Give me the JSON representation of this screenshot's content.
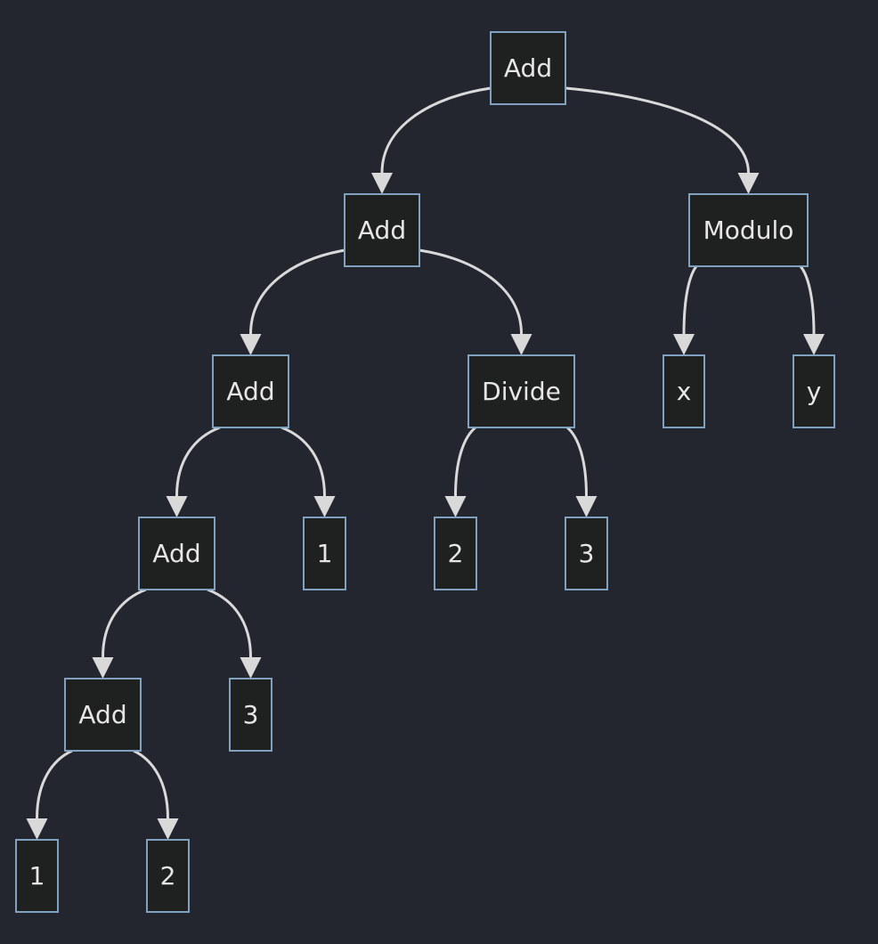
{
  "tree": {
    "nodes": [
      {
        "id": "n1",
        "label": "Add"
      },
      {
        "id": "n2",
        "label": "Add"
      },
      {
        "id": "n3",
        "label": "Modulo"
      },
      {
        "id": "n4",
        "label": "Add"
      },
      {
        "id": "n5",
        "label": "Divide"
      },
      {
        "id": "n6",
        "label": "x"
      },
      {
        "id": "n7",
        "label": "y"
      },
      {
        "id": "n8",
        "label": "Add"
      },
      {
        "id": "n9",
        "label": "1"
      },
      {
        "id": "n10",
        "label": "2"
      },
      {
        "id": "n11",
        "label": "3"
      },
      {
        "id": "n12",
        "label": "Add"
      },
      {
        "id": "n13",
        "label": "3"
      },
      {
        "id": "n14",
        "label": "1"
      },
      {
        "id": "n15",
        "label": "2"
      }
    ],
    "edges": [
      {
        "from": "n1",
        "to": "n2"
      },
      {
        "from": "n1",
        "to": "n3"
      },
      {
        "from": "n2",
        "to": "n4"
      },
      {
        "from": "n2",
        "to": "n5"
      },
      {
        "from": "n3",
        "to": "n6"
      },
      {
        "from": "n3",
        "to": "n7"
      },
      {
        "from": "n4",
        "to": "n8"
      },
      {
        "from": "n4",
        "to": "n9"
      },
      {
        "from": "n5",
        "to": "n10"
      },
      {
        "from": "n5",
        "to": "n11"
      },
      {
        "from": "n8",
        "to": "n12"
      },
      {
        "from": "n8",
        "to": "n13"
      },
      {
        "from": "n12",
        "to": "n14"
      },
      {
        "from": "n12",
        "to": "n15"
      }
    ]
  }
}
